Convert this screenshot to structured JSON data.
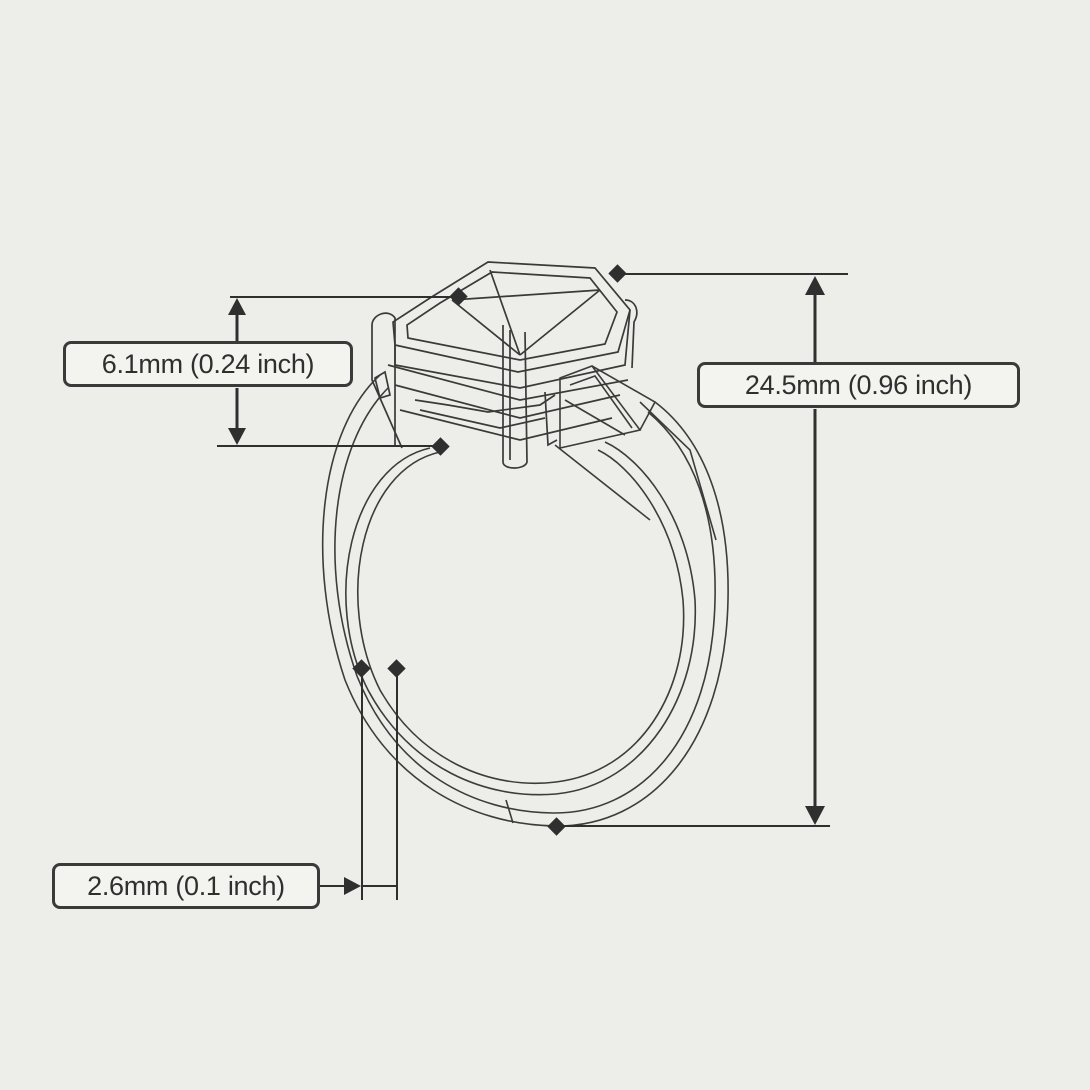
{
  "dimensions": {
    "stone_height": "6.1mm (0.24 inch)",
    "total_height": "24.5mm (0.96 inch)",
    "band_width": "2.6mm (0.1 inch)"
  },
  "colors": {
    "background": "#edeee9",
    "line": "#3a3a3a",
    "label_fill": "#f3f4ef"
  }
}
